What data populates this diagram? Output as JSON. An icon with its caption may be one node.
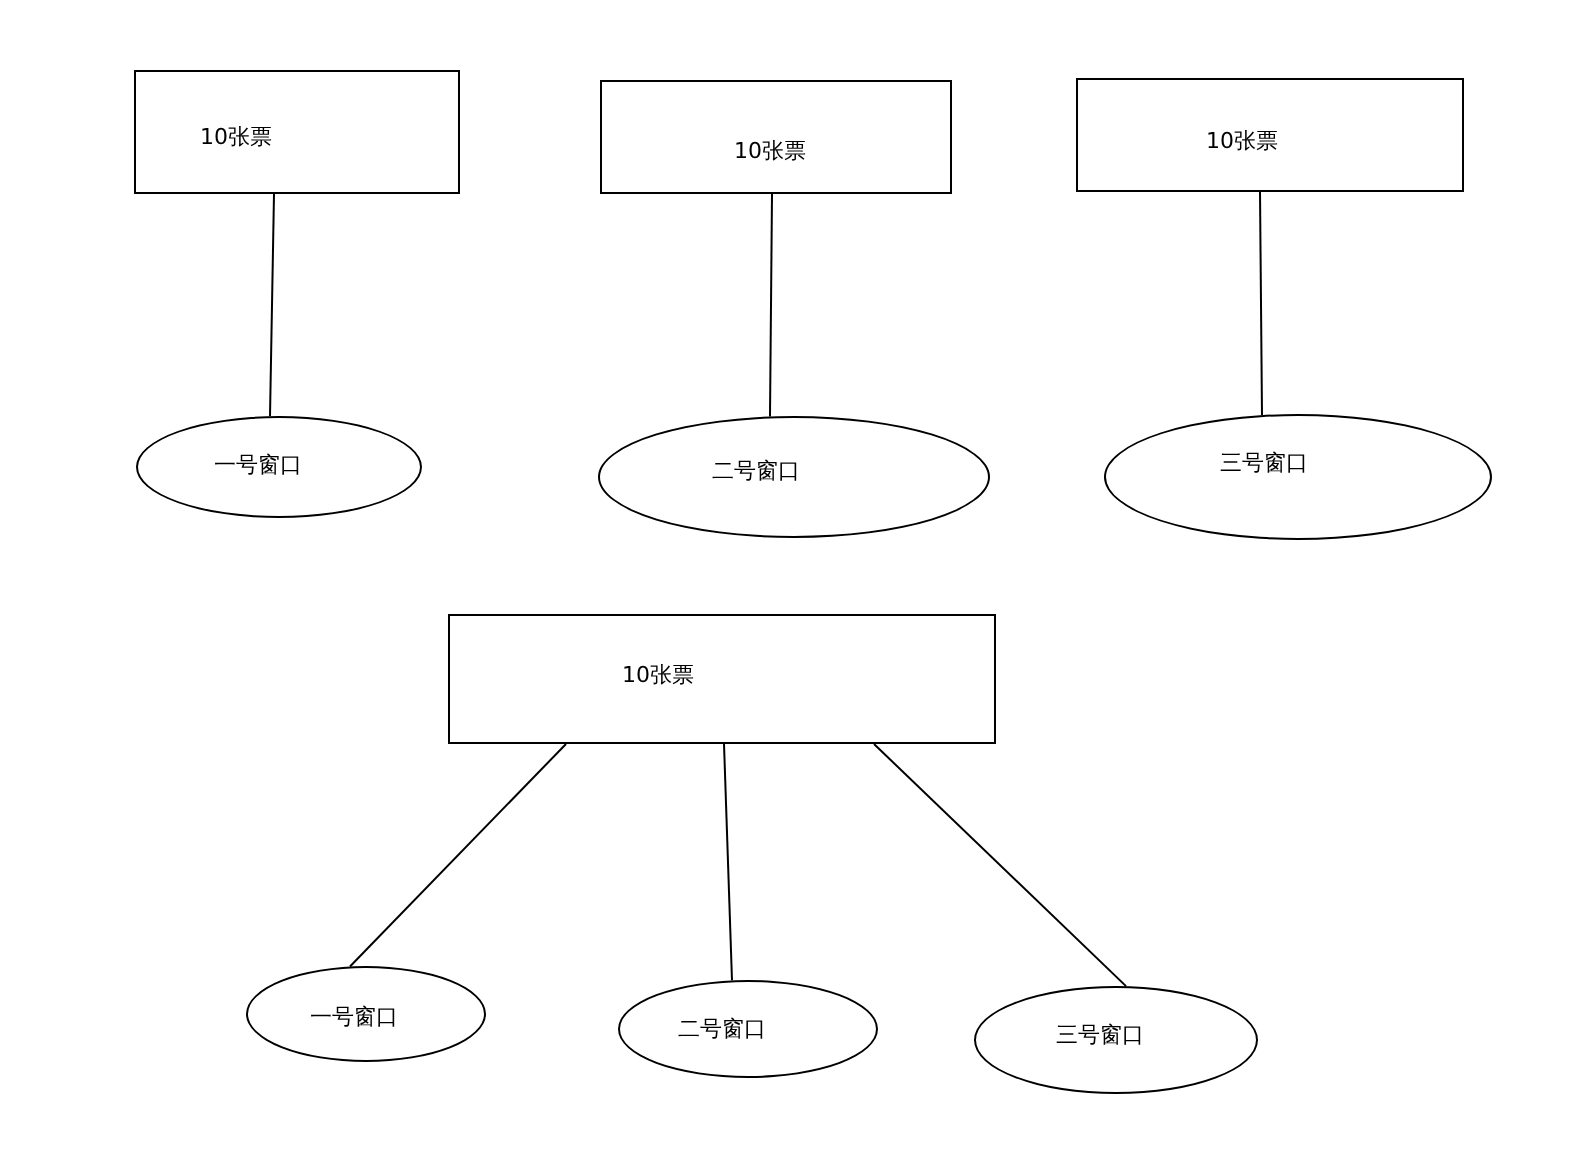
{
  "diagram": {
    "nodes": [
      {
        "text": [
          "10张票"
        ]
      },
      {
        "text": [
          "一号窗口"
        ]
      },
      {
        "text": [
          "10张票"
        ]
      },
      {
        "text": [
          "二号窗口"
        ]
      },
      {
        "text": [
          "10张票"
        ]
      },
      {
        "text": [
          "三号窗口"
        ]
      },
      {
        "text": [
          "10张票"
        ]
      },
      {
        "text": [
          "一号窗口"
        ]
      },
      {
        "text": [
          "二号窗口"
        ]
      },
      {
        "text": [
          "三号窗口"
        ]
      }
    ],
    "edges": [
      {
        "from": 0,
        "to": 1,
        "arrow": "none"
      },
      {
        "from": 2,
        "to": 3,
        "arrow": "none"
      },
      {
        "from": 4,
        "to": 5,
        "arrow": "none"
      },
      {
        "from": 6,
        "to": 7,
        "arrow": "none"
      },
      {
        "from": 6,
        "to": 8,
        "arrow": "none"
      },
      {
        "from": 6,
        "to": 9,
        "arrow": "none"
      }
    ]
  }
}
